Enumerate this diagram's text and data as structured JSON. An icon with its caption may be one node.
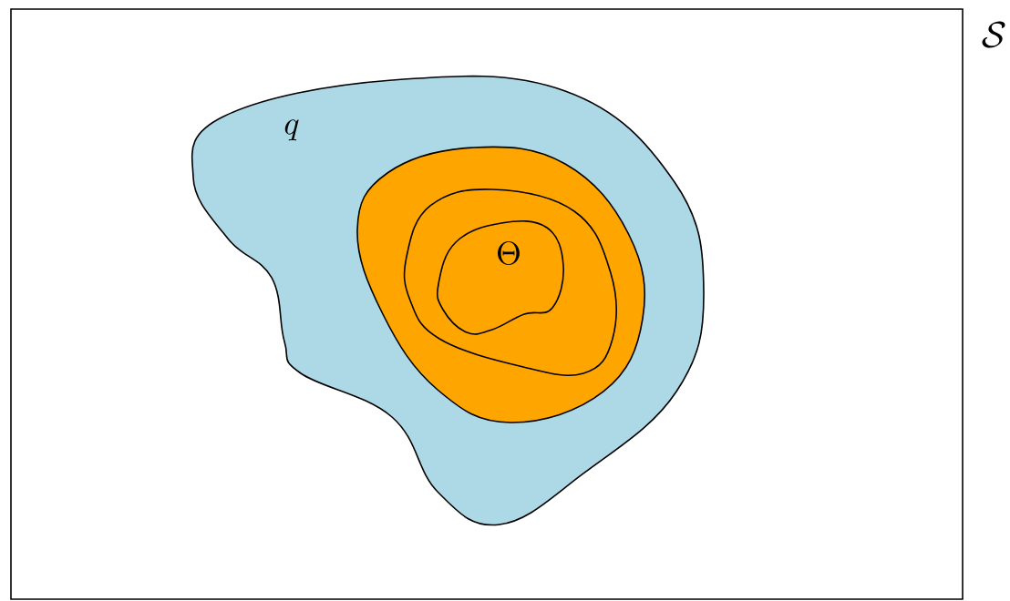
{
  "diagram": {
    "nodes": [
      {
        "text": [
          "\\mathcal{S}"
        ]
      },
      {
        "text": [
          "q"
        ],
        "in": 0
      },
      {
        "text": [],
        "shape": "blob",
        "in": 1
      },
      {
        "text": [],
        "shape": "contour",
        "in": 2
      },
      {
        "text": [
          "\\Theta"
        ],
        "in": 3
      }
    ]
  }
}
